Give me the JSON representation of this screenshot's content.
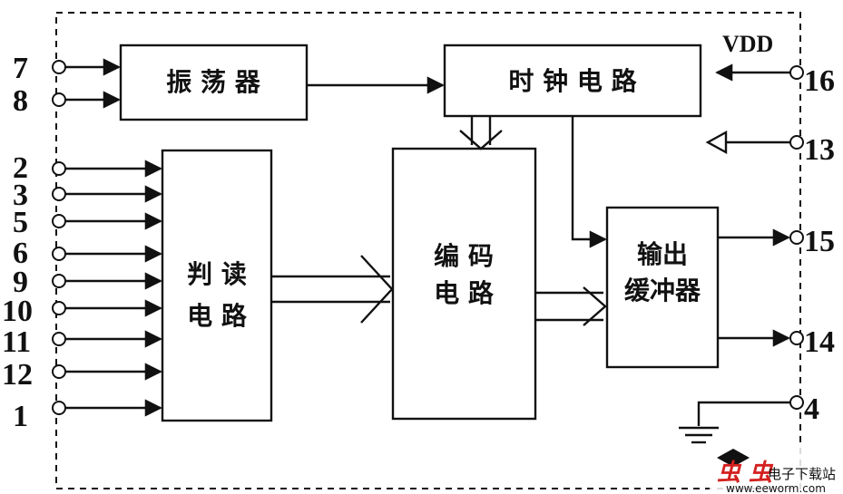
{
  "blocks": {
    "oscillator": "振 荡 器",
    "clock": "时 钟 电 路",
    "decision_line1": "判 读",
    "decision_line2": "电 路",
    "encoder_line1": "编 码",
    "encoder_line2": "电 路",
    "buffer_line1": "输出",
    "buffer_line2": "缓冲器"
  },
  "supply": {
    "vdd": "VDD"
  },
  "pins": {
    "p7": "7",
    "p8": "8",
    "p2": "2",
    "p3": "3",
    "p5": "5",
    "p6": "6",
    "p9": "9",
    "p10": "10",
    "p11": "11",
    "p12": "12",
    "p1": "1",
    "p16": "16",
    "p13": "13",
    "p15": "15",
    "p14": "14",
    "p4": "4"
  },
  "watermark": {
    "logo": "虫 虫",
    "text": "电子下载站",
    "url": "www.eeworm.com"
  }
}
